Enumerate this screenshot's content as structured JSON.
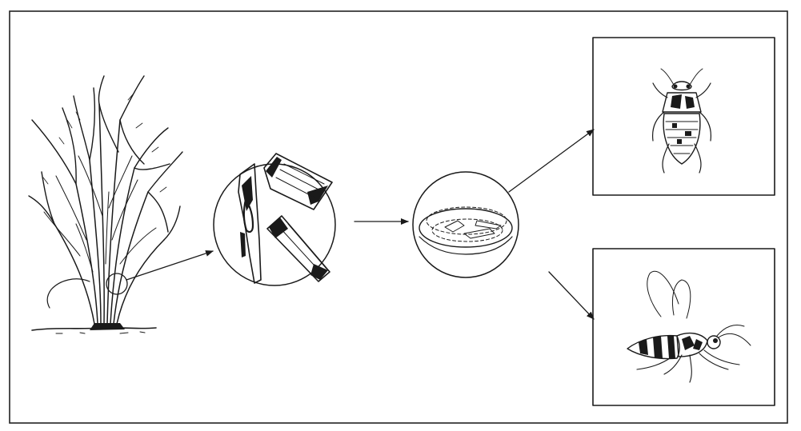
{
  "diagram": {
    "colors": {
      "ink": "#1a1a1a",
      "paper": "#ffffff"
    },
    "nodes": [
      {
        "id": "rice-plant",
        "icon": "rice-plant-icon"
      },
      {
        "id": "stem-sections",
        "icon": "stem-sections-icon"
      },
      {
        "id": "petri-dish",
        "icon": "petri-dish-icon"
      },
      {
        "id": "planthopper",
        "icon": "planthopper-icon"
      },
      {
        "id": "parasitoid-wasp",
        "icon": "wasp-icon"
      }
    ],
    "edges": [
      {
        "from": "rice-plant",
        "to": "stem-sections"
      },
      {
        "from": "stem-sections",
        "to": "petri-dish"
      },
      {
        "from": "petri-dish",
        "to": "planthopper"
      },
      {
        "from": "petri-dish",
        "to": "parasitoid-wasp"
      }
    ]
  }
}
